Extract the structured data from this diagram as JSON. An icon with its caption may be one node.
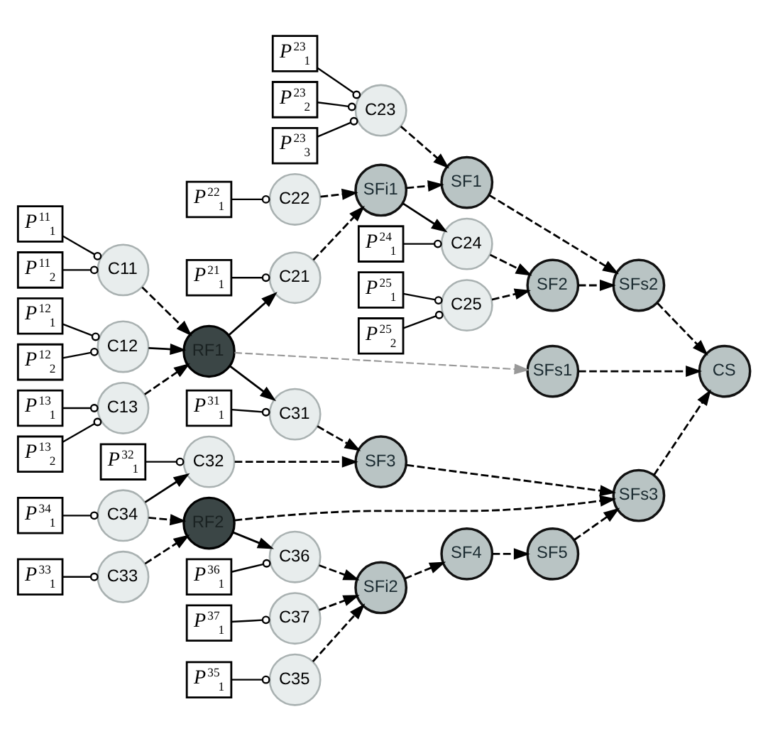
{
  "diagram": {
    "nodes": [
      {
        "text": [
          "*P*$^{23}$$_{1}$"
        ]
      },
      {
        "text": [
          "*P*$^{23}$$_{2}$"
        ]
      },
      {
        "text": [
          "*P*$^{23}$$_{3}$"
        ]
      },
      {
        "text": [
          "C23"
        ]
      },
      {
        "text": [
          "SF1"
        ]
      },
      {
        "text": [
          "*P*$^{22}$$_{1}$"
        ]
      },
      {
        "text": [
          "C22"
        ]
      },
      {
        "text": [
          "SFi1"
        ]
      },
      {
        "text": [
          "SFs2"
        ]
      },
      {
        "text": [
          "*P*$^{24}$$_{1}$"
        ]
      },
      {
        "text": [
          "C24"
        ]
      },
      {
        "text": [
          "*P*$^{21}$$_{1}$"
        ]
      },
      {
        "text": [
          "C21"
        ]
      },
      {
        "text": [
          "SF2"
        ]
      },
      {
        "text": [
          "*P*$^{25}$$_{1}$"
        ]
      },
      {
        "text": [
          "*P*$^{25}$$_{2}$"
        ]
      },
      {
        "text": [
          "C25"
        ]
      },
      {
        "text": [
          "*P*$^{11}$$_{1}$"
        ]
      },
      {
        "text": [
          "*P*$^{11}$$_{2}$"
        ]
      },
      {
        "text": [
          "C11"
        ]
      },
      {
        "text": [
          "*P*$^{12}$$_{1}$"
        ]
      },
      {
        "text": [
          "*P*$^{12}$$_{2}$"
        ]
      },
      {
        "text": [
          "C12"
        ]
      },
      {
        "text": [
          "RF1"
        ]
      },
      {
        "text": [
          "SFs1"
        ]
      },
      {
        "text": [
          "CS"
        ]
      },
      {
        "text": [
          "*P*$^{13}$$_{1}$"
        ]
      },
      {
        "text": [
          "*P*$^{13}$$_{2}$"
        ]
      },
      {
        "text": [
          "C13"
        ]
      },
      {
        "text": [
          "*P*$^{31}$$_{1}$"
        ]
      },
      {
        "text": [
          "C31"
        ]
      },
      {
        "text": [
          "SF3"
        ]
      },
      {
        "text": [
          "*P*$^{32}$$_{1}$"
        ]
      },
      {
        "text": [
          "C32"
        ]
      },
      {
        "text": [
          "*P*$^{34}$$_{1}$"
        ]
      },
      {
        "text": [
          "C34"
        ]
      },
      {
        "text": [
          "RF2"
        ]
      },
      {
        "text": [
          "SFs3"
        ]
      },
      {
        "text": [
          "*P*$^{33}$$_{1}$"
        ]
      },
      {
        "text": [
          "C33"
        ]
      },
      {
        "text": [
          "*P*$^{36}$$_{1}$"
        ]
      },
      {
        "text": [
          "C36"
        ]
      },
      {
        "text": [
          "SF5"
        ]
      },
      {
        "text": [
          "*P*$^{37}$$_{1}$"
        ]
      },
      {
        "text": [
          "C37"
        ]
      },
      {
        "text": [
          "SFi2"
        ]
      },
      {
        "text": [
          "SF4"
        ]
      },
      {
        "text": [
          "*P*$^{35}$$_{1}$"
        ]
      },
      {
        "text": [
          "C35"
        ]
      }
    ],
    "edges": [
      {
        "from": 0,
        "to": 3,
        "arrow": "other"
      },
      {
        "from": 1,
        "to": 3,
        "arrow": "other"
      },
      {
        "from": 2,
        "to": 3,
        "arrow": "other"
      },
      {
        "from": 5,
        "to": 6,
        "arrow": "other"
      },
      {
        "from": 11,
        "to": 12,
        "arrow": "other"
      },
      {
        "from": 9,
        "to": 10,
        "arrow": "other"
      },
      {
        "from": 14,
        "to": 16,
        "arrow": "other"
      },
      {
        "from": 15,
        "to": 16,
        "arrow": "other"
      },
      {
        "from": 17,
        "to": 19,
        "arrow": "other"
      },
      {
        "from": 18,
        "to": 19,
        "arrow": "other"
      },
      {
        "from": 20,
        "to": 22,
        "arrow": "other"
      },
      {
        "from": 21,
        "to": 22,
        "arrow": "other"
      },
      {
        "from": 26,
        "to": 28,
        "arrow": "other"
      },
      {
        "from": 27,
        "to": 28,
        "arrow": "other"
      },
      {
        "from": 29,
        "to": 30,
        "arrow": "other"
      },
      {
        "from": 32,
        "to": 33,
        "arrow": "other"
      },
      {
        "from": 34,
        "to": 35,
        "arrow": "other"
      },
      {
        "from": 38,
        "to": 39,
        "arrow": "other"
      },
      {
        "from": 40,
        "to": 41,
        "arrow": "other"
      },
      {
        "from": 43,
        "to": 44,
        "arrow": "other"
      },
      {
        "from": 47,
        "to": 48,
        "arrow": "other"
      },
      {
        "from": 3,
        "to": 4,
        "arrow": "to",
        "style": "dashed"
      },
      {
        "from": 6,
        "to": 7,
        "arrow": "to",
        "style": "dashed"
      },
      {
        "from": 12,
        "to": 7,
        "arrow": "to",
        "style": "dashed"
      },
      {
        "from": 7,
        "to": 4,
        "arrow": "to",
        "style": "dashed"
      },
      {
        "from": 7,
        "to": 10,
        "arrow": "to"
      },
      {
        "from": 10,
        "to": 13,
        "arrow": "to",
        "style": "dashed"
      },
      {
        "from": 16,
        "to": 13,
        "arrow": "to",
        "style": "dashed"
      },
      {
        "from": 4,
        "to": 8,
        "arrow": "to",
        "style": "dashed"
      },
      {
        "from": 13,
        "to": 8,
        "arrow": "to",
        "style": "dashed"
      },
      {
        "from": 8,
        "to": 25,
        "arrow": "to",
        "style": "dashed"
      },
      {
        "from": 23,
        "to": 12,
        "arrow": "to"
      },
      {
        "from": 19,
        "to": 23,
        "arrow": "to",
        "style": "dashed"
      },
      {
        "from": 22,
        "to": 23,
        "arrow": "to"
      },
      {
        "from": 28,
        "to": 23,
        "arrow": "to",
        "style": "dashed"
      },
      {
        "from": 23,
        "to": 24,
        "arrow": "to",
        "style": "dashed",
        "color": "#999999"
      },
      {
        "from": 24,
        "to": 25,
        "arrow": "to",
        "style": "dashed"
      },
      {
        "from": 23,
        "to": 30,
        "arrow": "to"
      },
      {
        "from": 30,
        "to": 31,
        "arrow": "to",
        "style": "dashed"
      },
      {
        "from": 33,
        "to": 31,
        "arrow": "to",
        "style": "dashed"
      },
      {
        "from": 35,
        "to": 33,
        "arrow": "to"
      },
      {
        "from": 35,
        "to": 36,
        "arrow": "to",
        "style": "dashed"
      },
      {
        "from": 39,
        "to": 36,
        "arrow": "to",
        "style": "dashed"
      },
      {
        "from": 36,
        "to": 37,
        "arrow": "to",
        "style": "dashed"
      },
      {
        "from": 36,
        "to": 41,
        "arrow": "to"
      },
      {
        "from": 31,
        "to": 37,
        "arrow": "to",
        "style": "dashed"
      },
      {
        "from": 41,
        "to": 45,
        "arrow": "to",
        "style": "dashed"
      },
      {
        "from": 44,
        "to": 45,
        "arrow": "to",
        "style": "dashed"
      },
      {
        "from": 48,
        "to": 45,
        "arrow": "to",
        "style": "dashed"
      },
      {
        "from": 45,
        "to": 46,
        "arrow": "to",
        "style": "dashed"
      },
      {
        "from": 46,
        "to": 42,
        "arrow": "to",
        "style": "dashed"
      },
      {
        "from": 42,
        "to": 37,
        "arrow": "to",
        "style": "dashed"
      },
      {
        "from": 37,
        "to": 25,
        "arrow": "to",
        "style": "dashed"
      }
    ]
  }
}
